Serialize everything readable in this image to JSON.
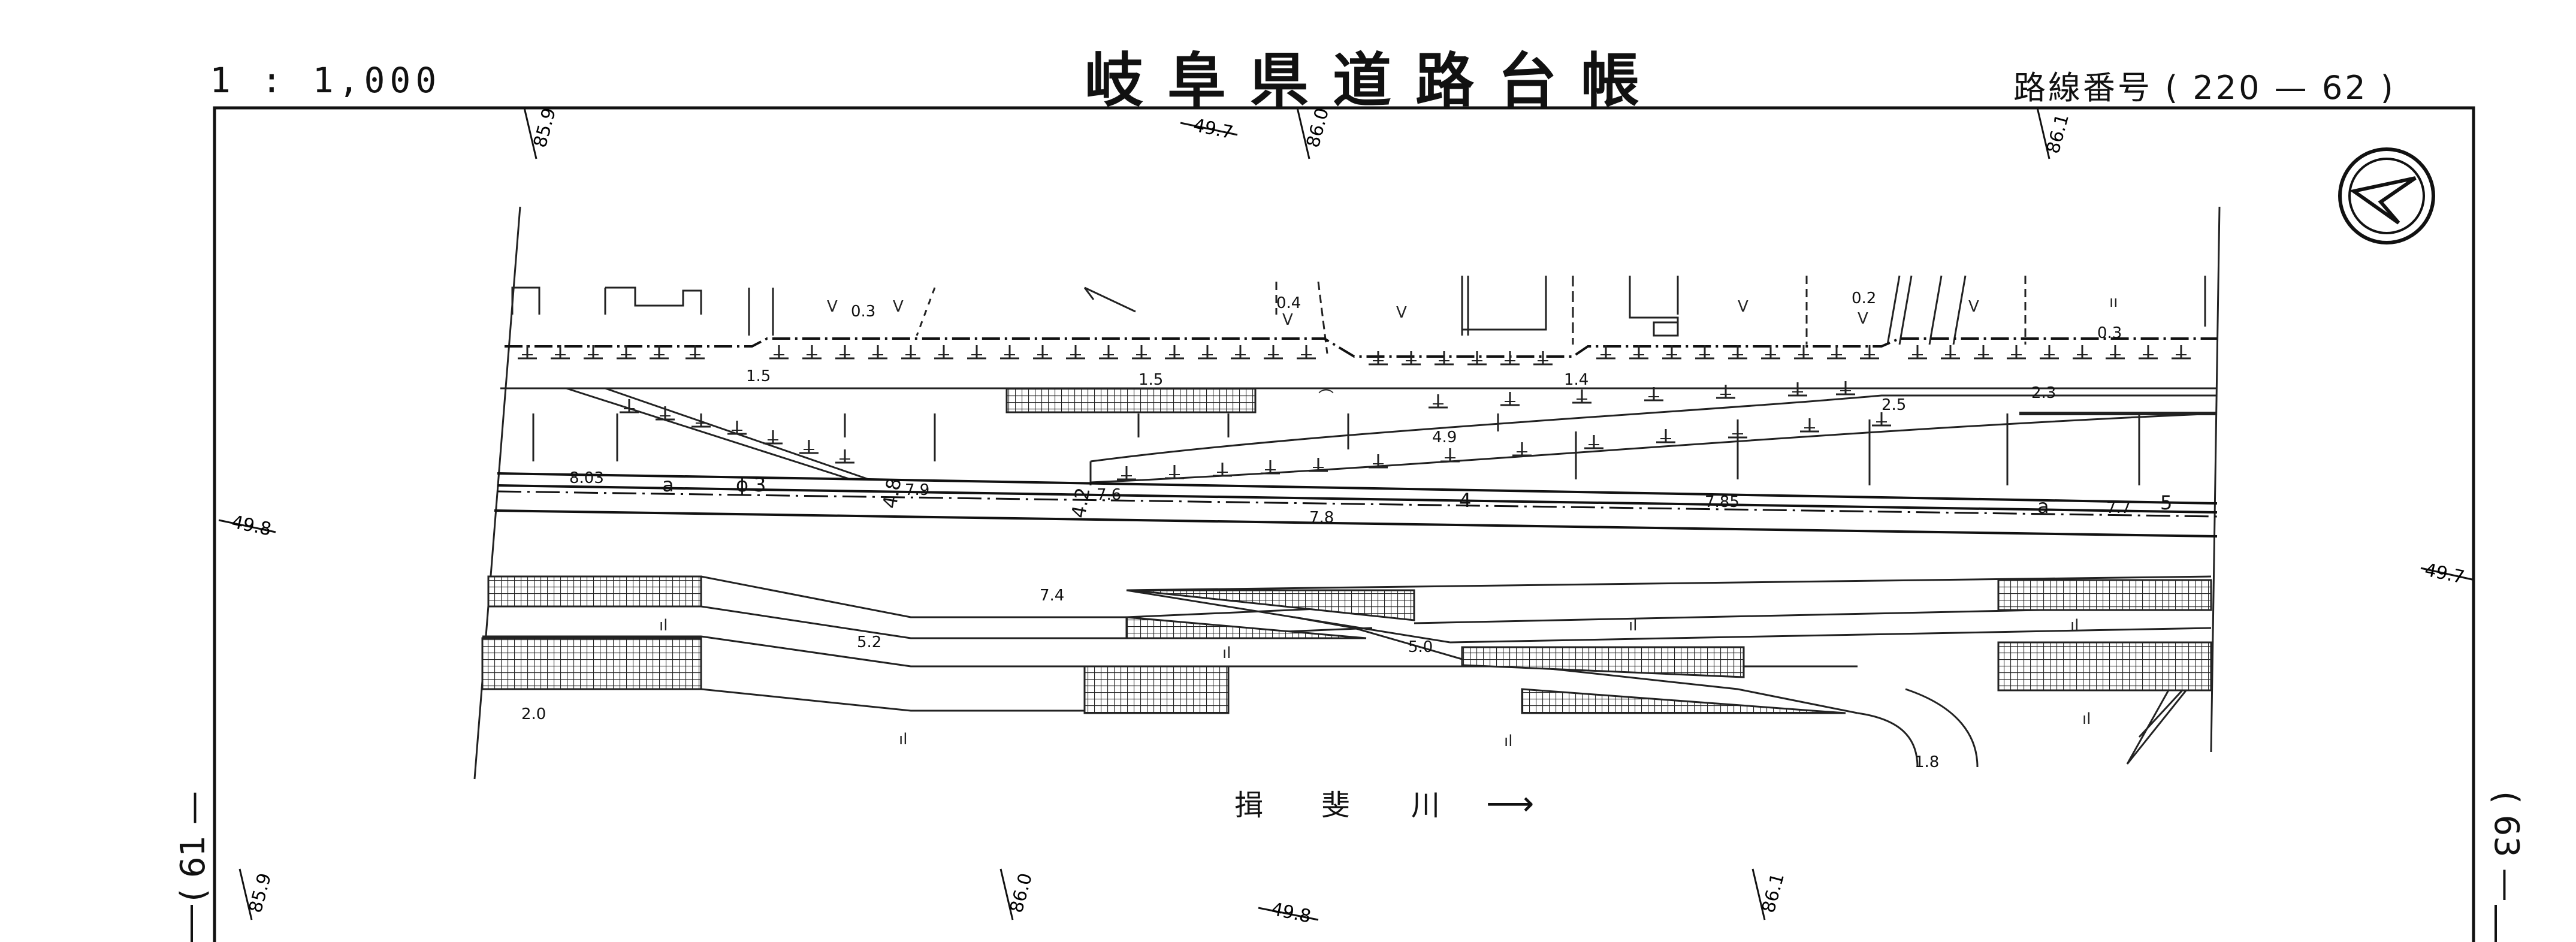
{
  "header": {
    "scale": "1 : 1,000",
    "title": "岐阜県道路台帳",
    "route_label": "路線番号",
    "route_open": "(",
    "route_number": "220",
    "route_dash": "—",
    "route_sub": "62",
    "route_close": ")"
  },
  "sheet_refs": {
    "left": "( 61 —",
    "right": "( 63 —"
  },
  "river": {
    "name_1": "揖",
    "name_2": "斐",
    "name_3": "川",
    "arrow": "⟶"
  },
  "section_marks": {
    "top": [
      "85.9",
      "49.7",
      "86.0",
      "86.1"
    ],
    "bottom": [
      "85.9",
      "86.0",
      "49.8",
      "86.1"
    ],
    "left": "49.8",
    "right": "49.7"
  },
  "elevations": {
    "e_0_3_a": "0.3",
    "e_0_4": "0.4",
    "e_0_2": "0.2",
    "e_0_3_b": "0.3",
    "e_1_5_a": "1.5",
    "e_1_5_b": "1.5",
    "e_1_4": "1.4",
    "e_2_5": "2.5",
    "e_2_3": "2.3",
    "e_4_9": "4.9",
    "e_8_03": "8.03",
    "e_7_9": "7.9",
    "e_7_6": "7.6",
    "e_7_8": "7.8",
    "e_7_85": "7.85",
    "e_7_7": "7.7",
    "e_7_4": "7.4",
    "e_5_2": "5.2",
    "e_5_0": "5.0",
    "e_2_0": "2.0",
    "e_1_8": "1.8"
  },
  "road_marks": {
    "m_a1": "a",
    "m_phi": "ϕ",
    "m_3": "3",
    "m_4_8": "4.8",
    "m_4_2": "4.2",
    "m_4": "4",
    "m_a2": "a",
    "m_5": "5"
  },
  "symbols": {
    "field": "ıłı",
    "field_alt": "ıl",
    "v_mark": "V",
    "double_bar": "ıı",
    "curl": "⌒"
  },
  "north_arrow": "north-arrow"
}
